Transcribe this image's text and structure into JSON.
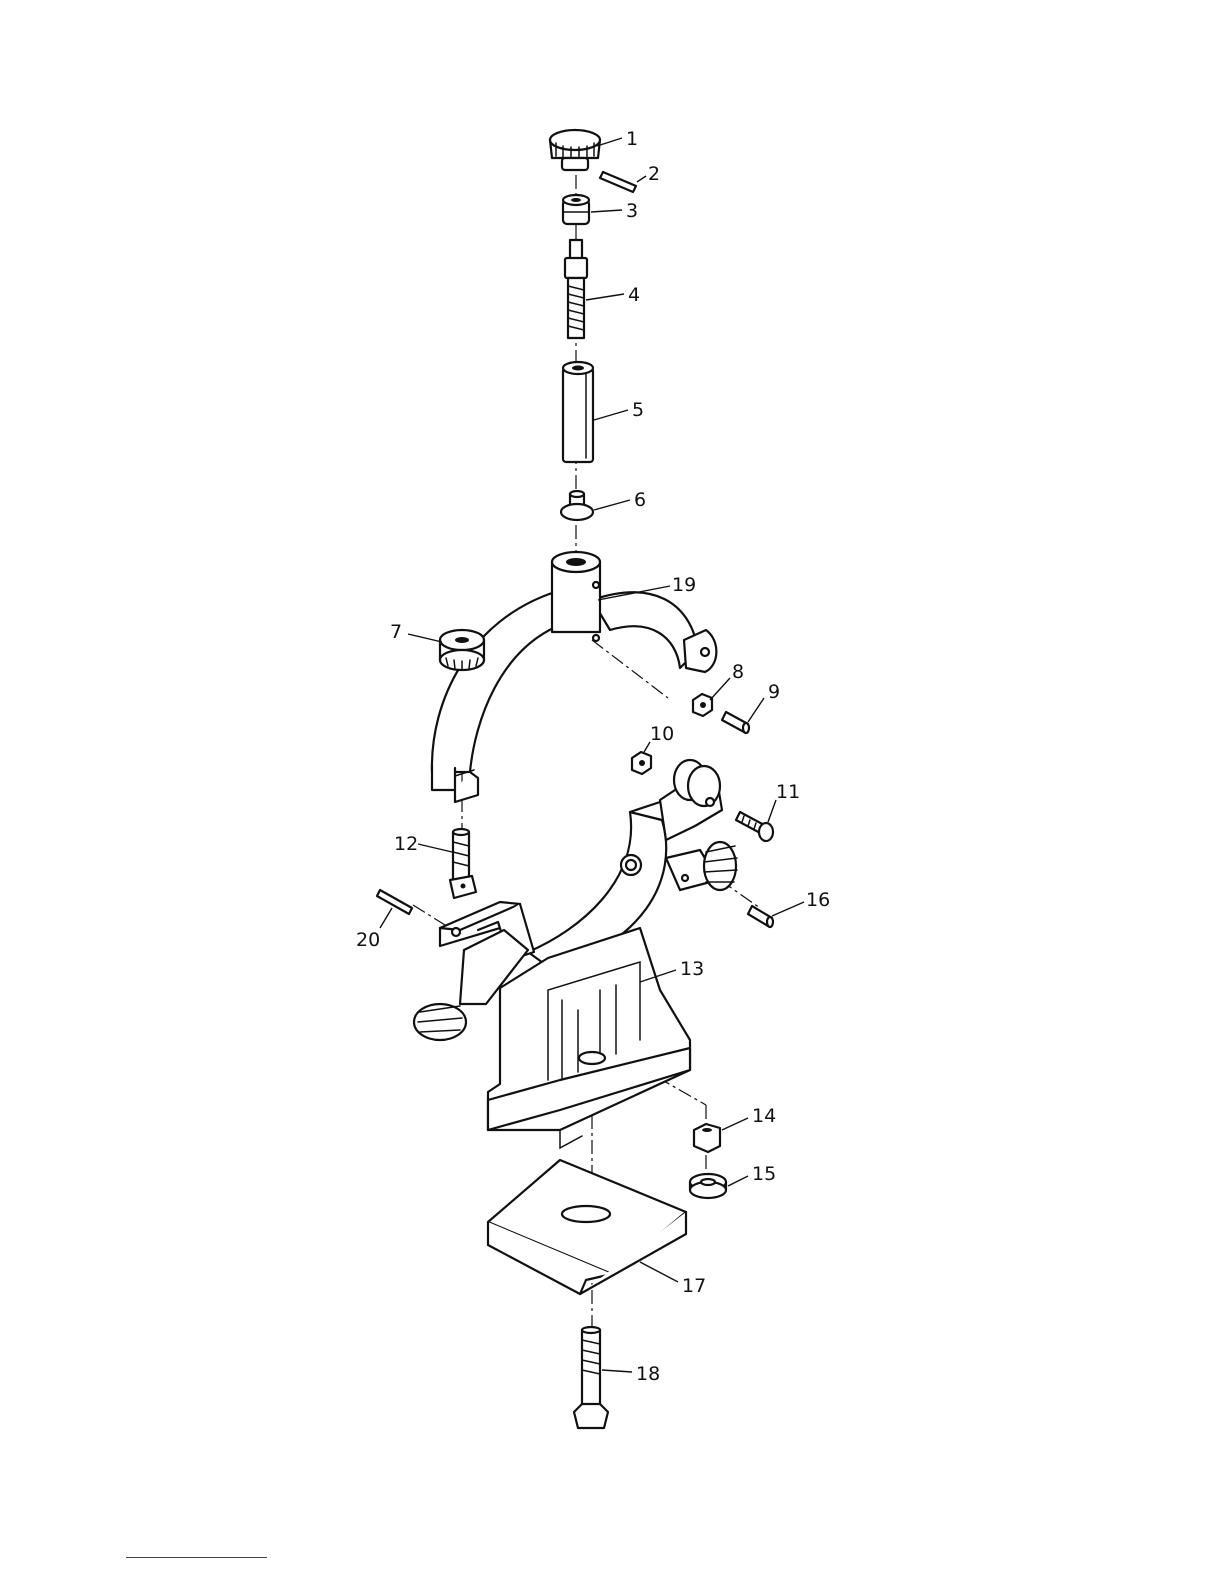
{
  "diagram": {
    "callouts": [
      {
        "id": "p1",
        "label": "1"
      },
      {
        "id": "p2",
        "label": "2"
      },
      {
        "id": "p3",
        "label": "3"
      },
      {
        "id": "p4",
        "label": "4"
      },
      {
        "id": "p5",
        "label": "5"
      },
      {
        "id": "p6",
        "label": "6"
      },
      {
        "id": "p7",
        "label": "7"
      },
      {
        "id": "p8",
        "label": "8"
      },
      {
        "id": "p9",
        "label": "9"
      },
      {
        "id": "p10",
        "label": "10"
      },
      {
        "id": "p11",
        "label": "11"
      },
      {
        "id": "p12",
        "label": "12"
      },
      {
        "id": "p13",
        "label": "13"
      },
      {
        "id": "p14",
        "label": "14"
      },
      {
        "id": "p15",
        "label": "15"
      },
      {
        "id": "p16",
        "label": "16"
      },
      {
        "id": "p17",
        "label": "17"
      },
      {
        "id": "p18",
        "label": "18"
      },
      {
        "id": "p19",
        "label": "19"
      },
      {
        "id": "p20",
        "label": "20"
      }
    ]
  },
  "colors": {
    "ink": "#111111",
    "footer_rule": "#2b3bbf",
    "background": "#ffffff"
  }
}
